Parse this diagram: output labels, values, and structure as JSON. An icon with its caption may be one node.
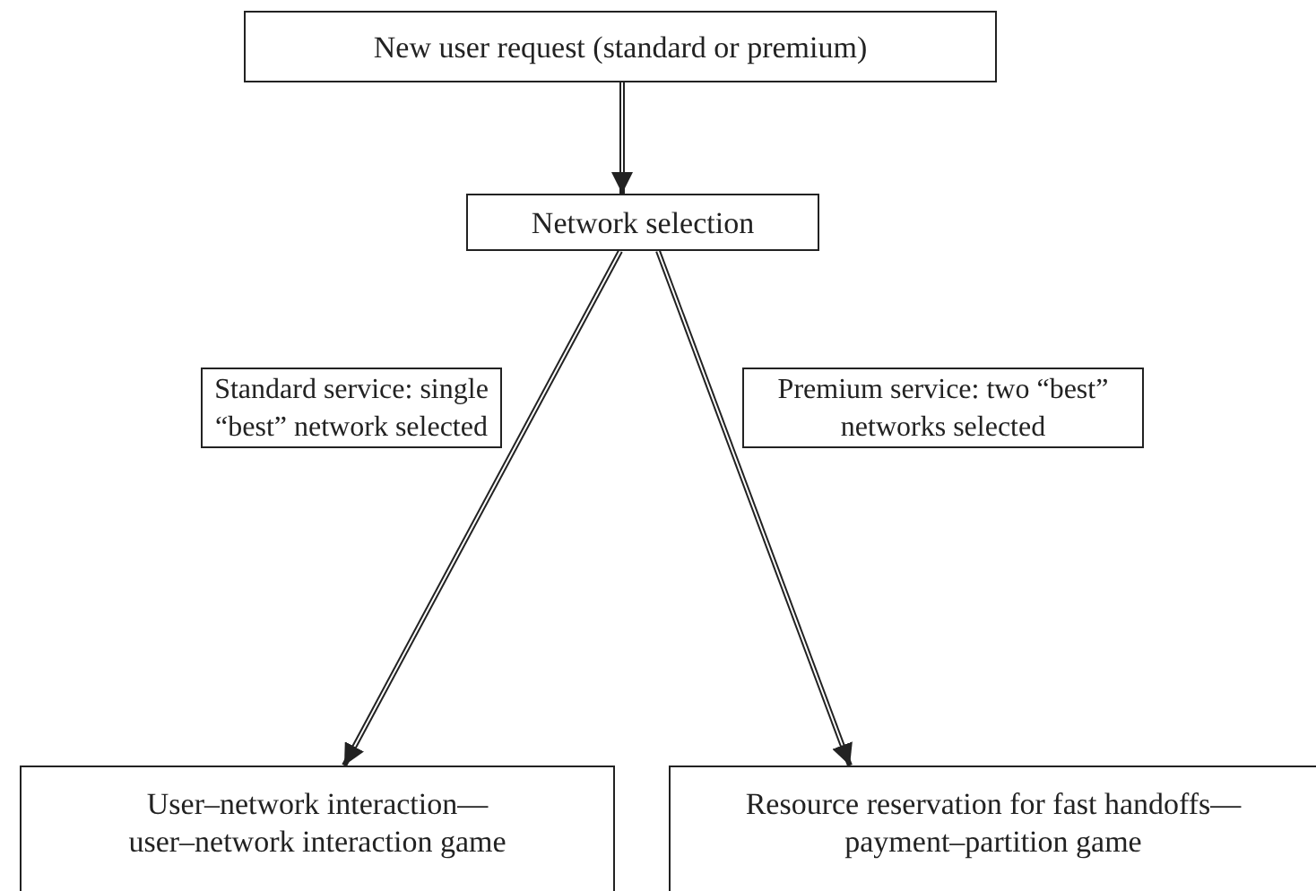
{
  "diagram": {
    "nodes": [
      {
        "text": [
          "New user request (standard or premium)"
        ]
      },
      {
        "text": [
          "Network selection"
        ]
      },
      {
        "text": [
          "Standard service: single “best” network selected"
        ]
      },
      {
        "text": [
          "Premium service: two “best” networks selected"
        ]
      },
      {
        "text": [
          "User–network interaction— user–network interaction game"
        ]
      },
      {
        "text": [
          "Resource reservation for fast handoffs— payment–partition game"
        ]
      }
    ],
    "edges": [
      {
        "from": 0,
        "to": 1,
        "arrow": "to"
      },
      {
        "from": 1,
        "to": 4,
        "arrow": "to"
      },
      {
        "from": 1,
        "to": 5,
        "arrow": "to"
      }
    ]
  }
}
